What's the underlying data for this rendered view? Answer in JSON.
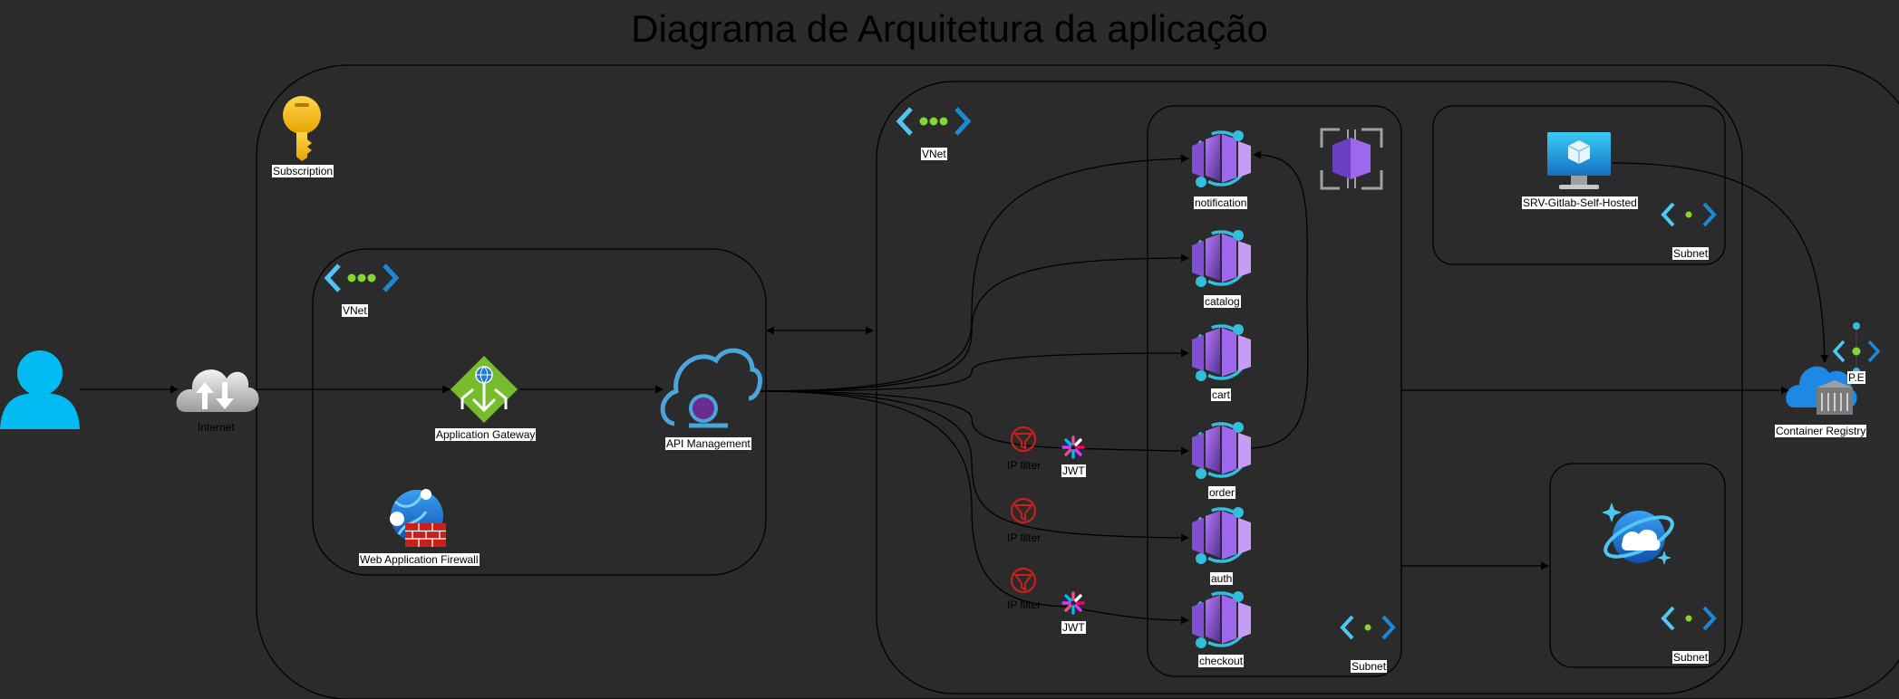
{
  "title": "Diagrama de Arquitetura da aplicação",
  "labels": {
    "subscription": "Subscription",
    "vnet_outer": "VNet",
    "vnet_inner": "VNet",
    "internet": "Internet",
    "app_gateway": "Application Gateway",
    "api_management": "API Management",
    "waf": "Web Application Firewall",
    "notification": "notification",
    "catalog": "catalog",
    "cart": "cart",
    "order": "order",
    "auth": "auth",
    "checkout": "checkout",
    "ip_filter_1": "IP filter",
    "ip_filter_2": "IP filter",
    "ip_filter_3": "IP filter",
    "jwt_1": "JWT",
    "jwt_2": "JWT",
    "srv_gitlab": "SRV-Gitlab-Self-Hosted",
    "subnet_gitlab": "Subnet",
    "subnet_apps": "Subnet",
    "subnet_db": "Subnet",
    "pe": "P.E",
    "container_registry": "Container Registry"
  },
  "colors": {
    "background": "#2b2b2b",
    "line": "#000000",
    "user_blue": "#00bcf2",
    "gateway_green": "#76bc2d",
    "container_purple": "#a26ae8",
    "policy_red": "#c0392b"
  },
  "icons": {
    "user": "user-icon",
    "internet": "internet-cloud-icon",
    "subscription": "key-icon",
    "vnet": "vnet-icon",
    "app_gateway": "application-gateway-icon",
    "api_management": "api-management-icon",
    "waf": "web-application-firewall-icon",
    "container_app": "container-app-icon",
    "environment": "container-apps-environment-icon",
    "filter": "ip-filter-icon",
    "jwt": "jwt-icon",
    "vm": "virtual-machine-icon",
    "subnet": "subnet-icon",
    "private_endpoint": "private-endpoint-icon",
    "registry": "container-registry-icon",
    "cosmos": "cosmos-db-icon"
  }
}
